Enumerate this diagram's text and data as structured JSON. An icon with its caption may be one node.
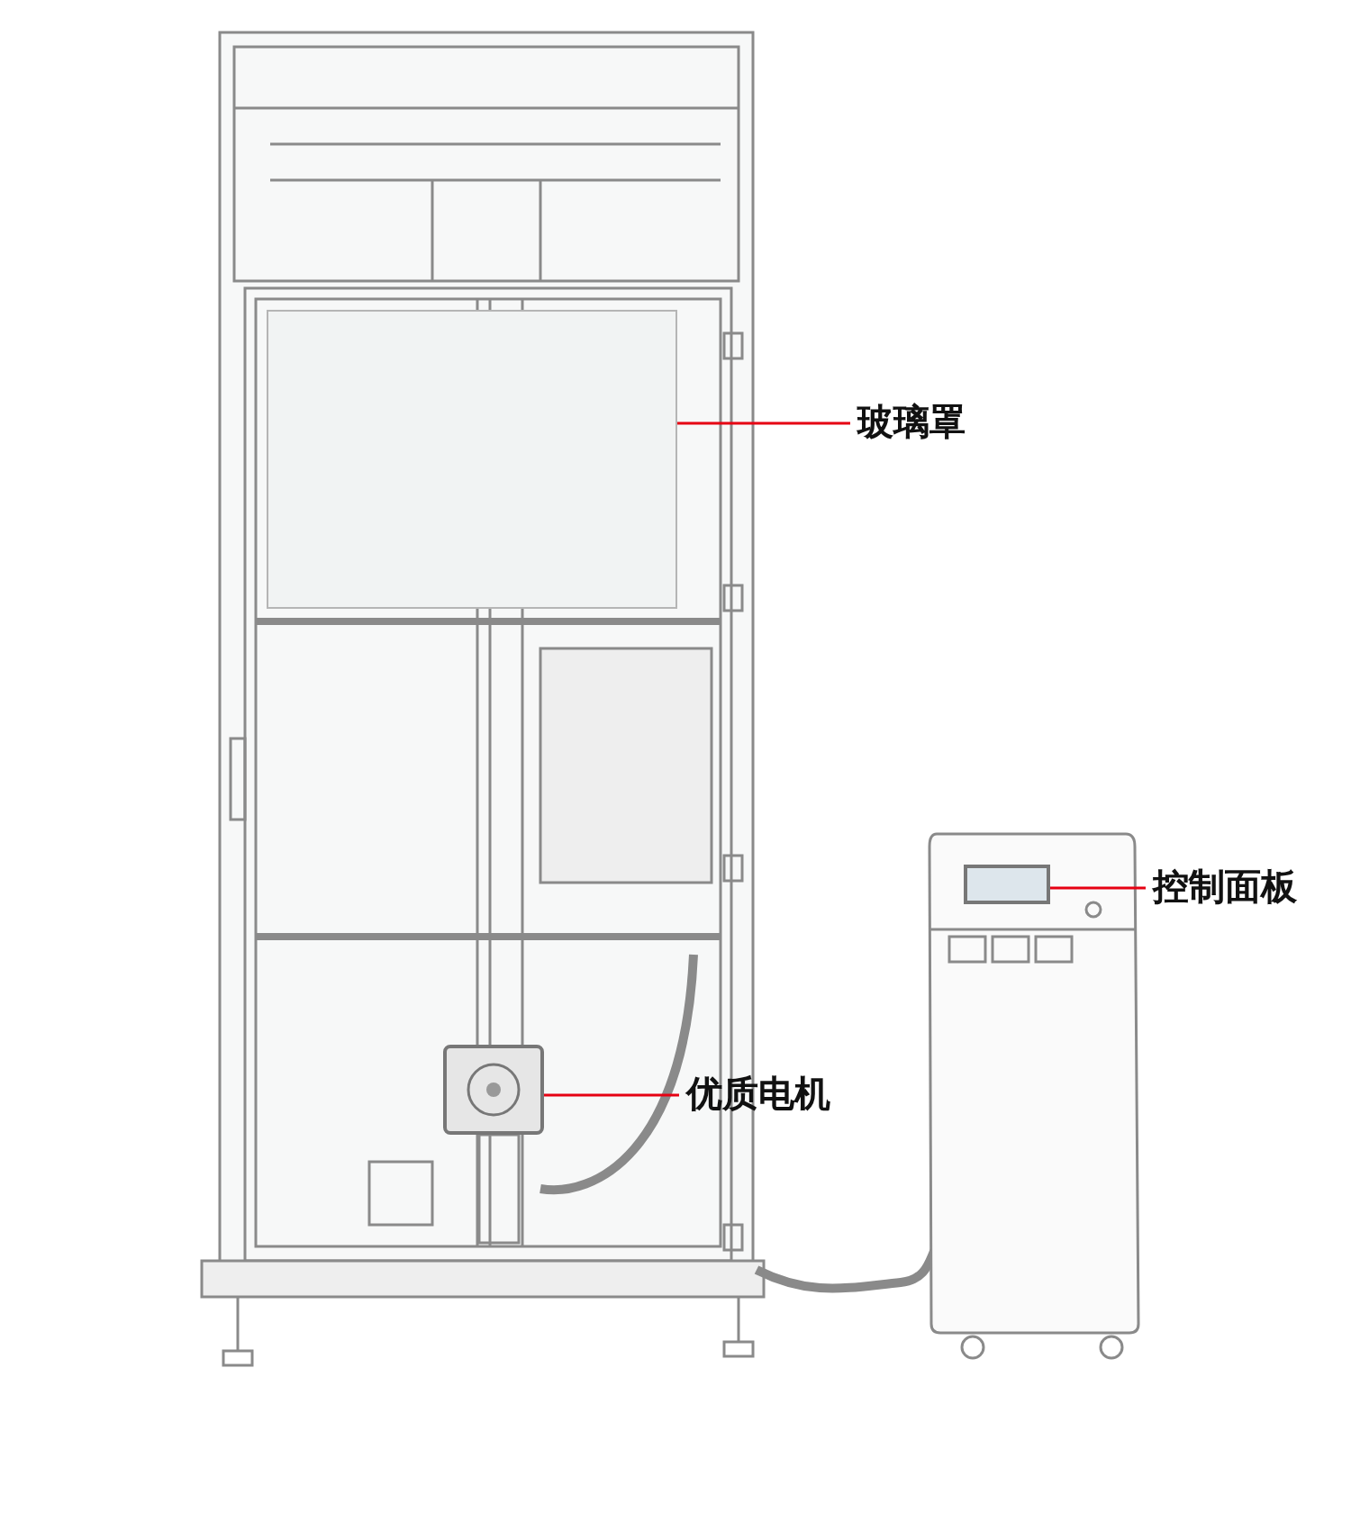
{
  "diagram": {
    "nodes": [
      {
        "text": [
          "玻璃罩"
        ]
      },
      {
        "text": [],
        "shape": "picture"
      },
      {
        "text": [
          "控制面板"
        ]
      },
      {
        "text": [],
        "shape": "picture"
      },
      {
        "text": [
          "优质电机"
        ]
      },
      {
        "text": [],
        "shape": "picture"
      }
    ],
    "edges": [
      {
        "from": 0,
        "to": 1,
        "arrow": "none"
      },
      {
        "from": 2,
        "to": 3,
        "arrow": "none"
      },
      {
        "from": 4,
        "to": 5,
        "arrow": "none"
      }
    ]
  }
}
